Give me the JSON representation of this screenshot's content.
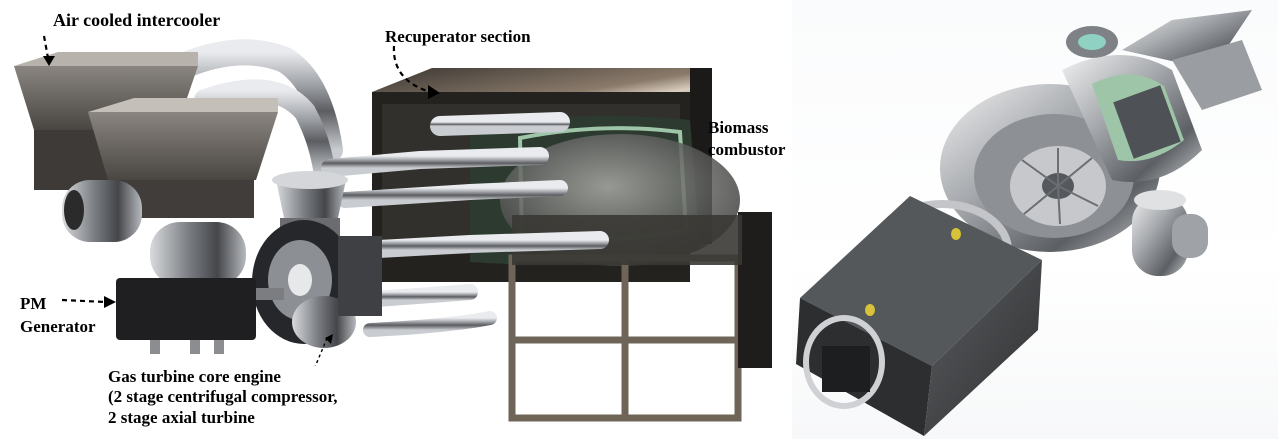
{
  "labels": {
    "air_cooled_intercooler": "Air cooled intercooler",
    "recuperator_section": "Recuperator section",
    "biomass_line1": "Biomass",
    "biomass_line2": "combustor",
    "pm_line1": "PM",
    "pm_line2": "Generator",
    "core_line1": "Gas turbine core engine",
    "core_line2": "(2 stage centrifugal compressor,",
    "core_line3": "2 stage axial turbine"
  },
  "colors": {
    "steel": "#8f9296",
    "dark_metal": "#2f3033",
    "frame": "#6e6458",
    "accent_green": "#9fc5a8",
    "bolt_yellow": "#d8c23a"
  }
}
